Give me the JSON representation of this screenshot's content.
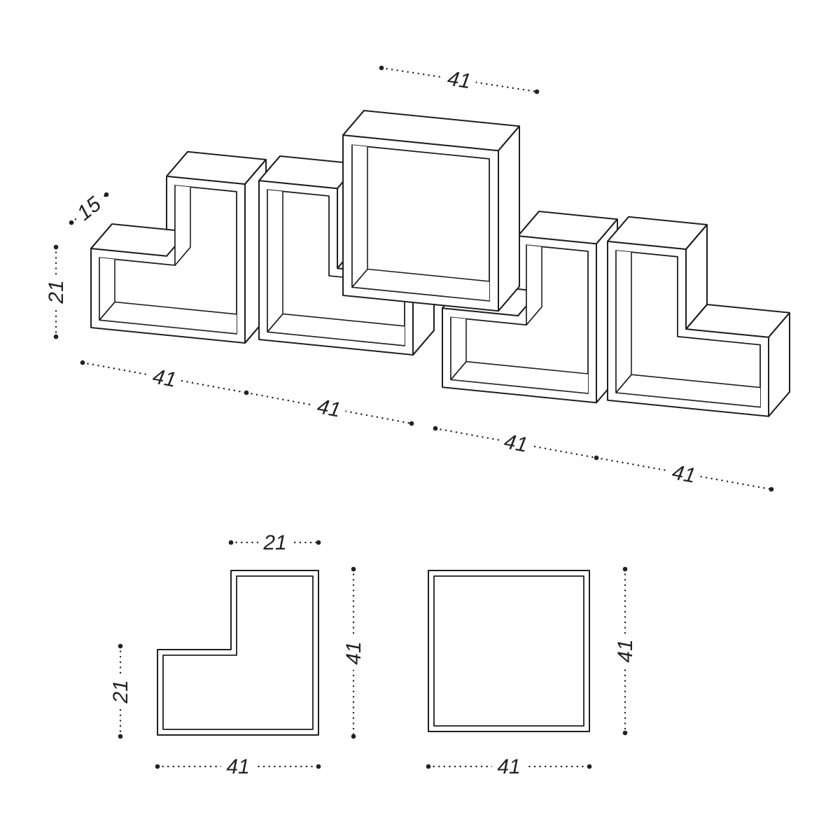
{
  "page": {
    "background_color": "#ffffff",
    "line_color": "#222222"
  },
  "diagram": {
    "assembly": {
      "center_top_width": "41",
      "depth": "15",
      "left_height": "21",
      "unit1_width": "41",
      "unit2_width": "41",
      "unit4_width": "41",
      "unit5_width": "41"
    },
    "l_view": {
      "top_width": "21",
      "left_height": "21",
      "right_height": "41",
      "bottom_width": "41"
    },
    "square_view": {
      "right_height": "41",
      "bottom_width": "41"
    }
  }
}
